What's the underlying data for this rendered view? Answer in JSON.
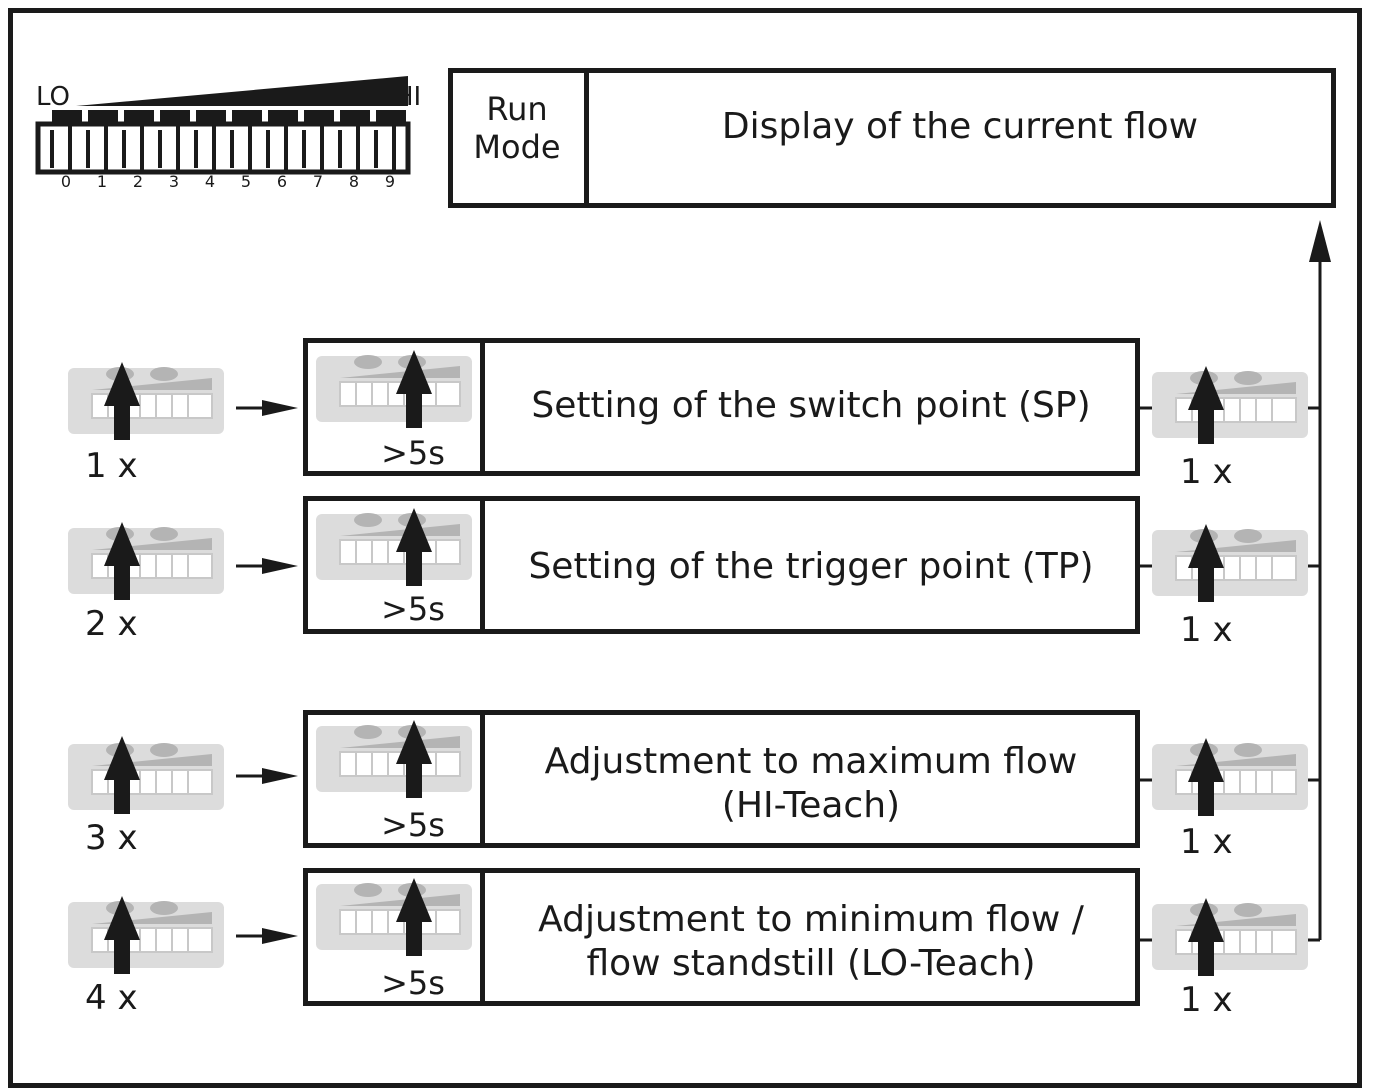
{
  "header": {
    "lo_label": "LO",
    "hi_label": "HI",
    "segments": [
      "0",
      "1",
      "2",
      "3",
      "4",
      "5",
      "6",
      "7",
      "8",
      "9"
    ]
  },
  "run_mode": {
    "label_line1": "Run",
    "label_line2": "Mode",
    "description": "Display of the current flow"
  },
  "steps": [
    {
      "press_count": "1 x",
      "hold": ">5s",
      "text_line1": "Setting of the switch point (SP)",
      "text_line2": "",
      "return_count": "1 x"
    },
    {
      "press_count": "2 x",
      "hold": ">5s",
      "text_line1": "Setting of the trigger point (TP)",
      "text_line2": "",
      "return_count": "1 x"
    },
    {
      "press_count": "3 x",
      "hold": ">5s",
      "text_line1": "Adjustment to maximum flow",
      "text_line2": "(HI-Teach)",
      "return_count": "1 x"
    },
    {
      "press_count": "4 x",
      "hold": ">5s",
      "text_line1": "Adjustment to minimum flow /",
      "text_line2": "flow standstill (LO-Teach)",
      "return_count": "1 x"
    }
  ],
  "colors": {
    "line": "#1a1a1a",
    "icon_bg": "#dcdcdc",
    "icon_mid": "#b4b4b4"
  }
}
